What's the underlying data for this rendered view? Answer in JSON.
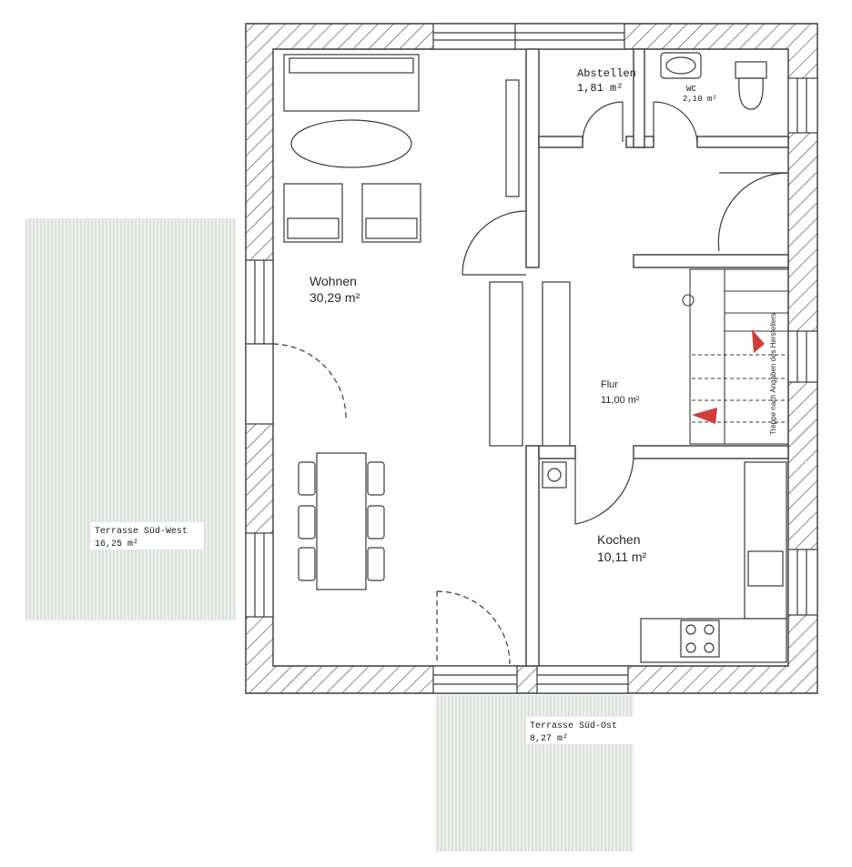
{
  "rooms": {
    "wohnen": {
      "name": "Wohnen",
      "area": "30,29 m²"
    },
    "abstellen": {
      "name": "Abstellen",
      "area": "1,81 m²"
    },
    "wc": {
      "name": "WC",
      "area": "2,10 m²"
    },
    "flur": {
      "name": "Flur",
      "area": "11,00 m²"
    },
    "kochen": {
      "name": "Kochen",
      "area": "10,11 m²"
    }
  },
  "terraces": {
    "sued_west": {
      "name": "Terrasse Süd-West",
      "area": "16,25 m²"
    },
    "sued_ost": {
      "name": "Terrasse Süd-Ost",
      "area": "8,27 m²"
    }
  },
  "stairs": {
    "note": "Treppe nach Angaben des Herstellers"
  },
  "colors": {
    "wall_line": "#3a3a3a",
    "stair_arrow": "#d23c3c",
    "terrace_hatch": "#c9d2c9"
  }
}
